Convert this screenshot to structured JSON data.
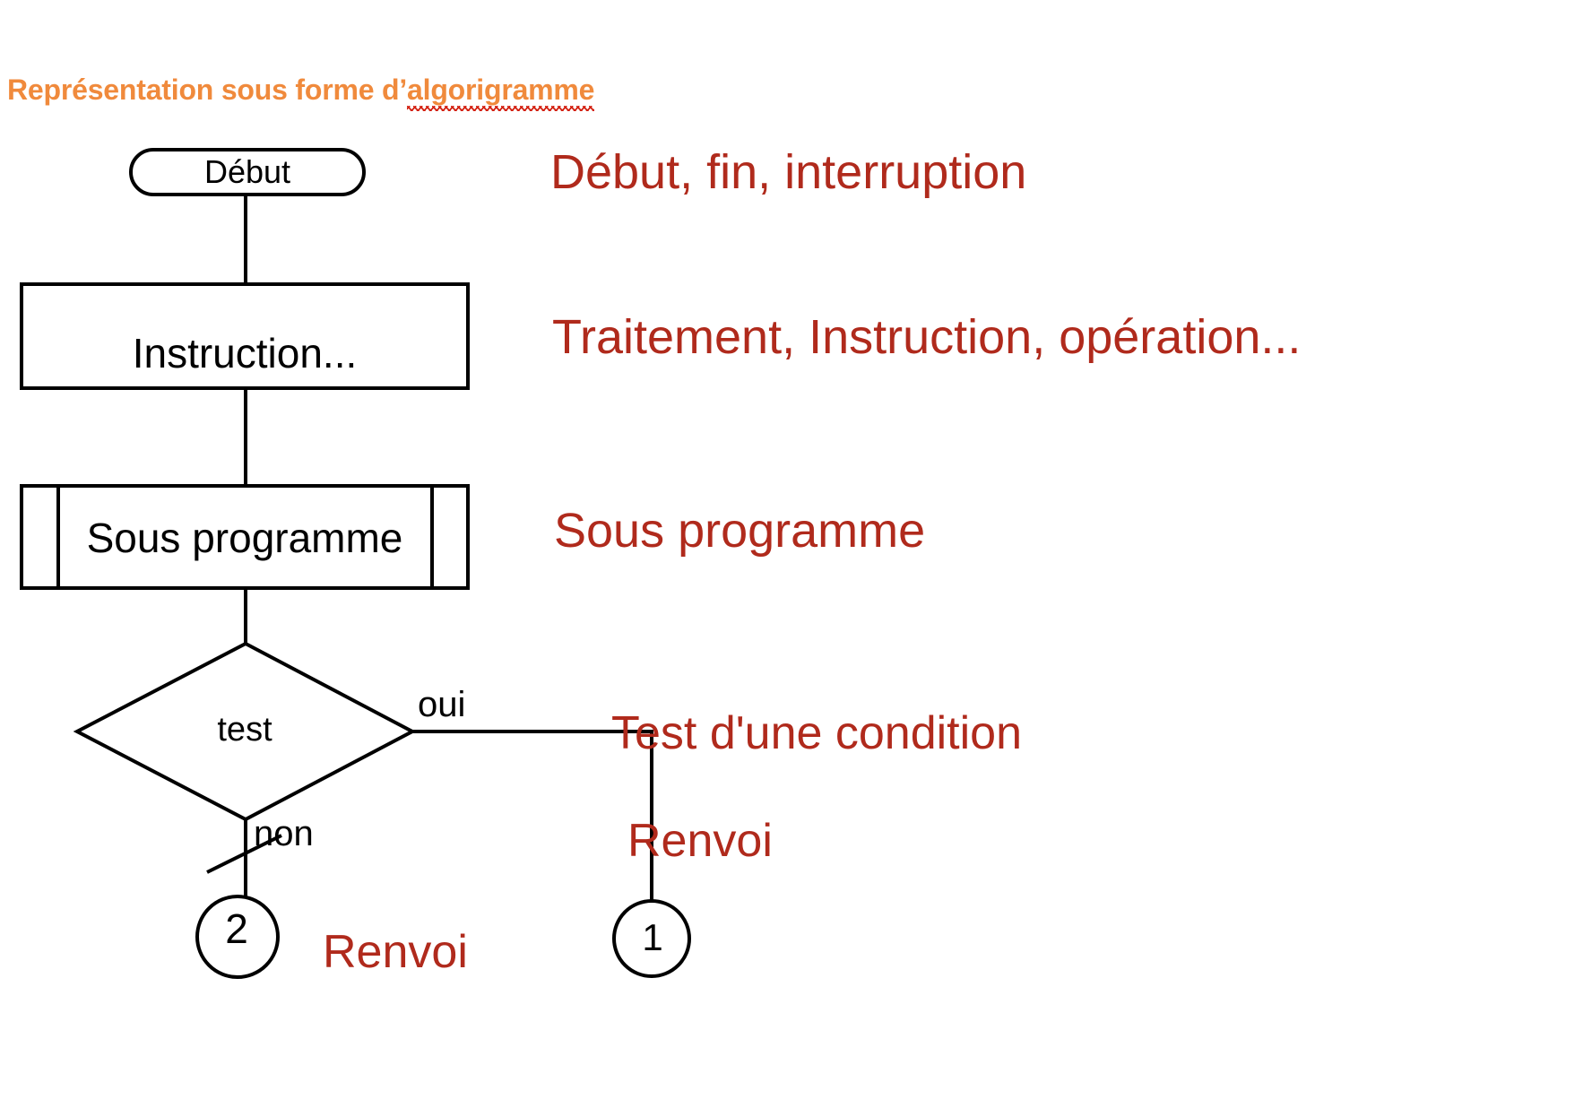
{
  "page": {
    "background": "#ffffff",
    "title": {
      "prefix": "Représentation sous forme d’",
      "underlined_word": "algorigramme",
      "color": "#F08A3C",
      "squiggle_color": "#D32010"
    }
  },
  "flowchart": {
    "accent_black": "#000000",
    "nodes": [
      {
        "key": "start",
        "shape": "terminator",
        "label": "Début"
      },
      {
        "key": "instruction",
        "shape": "process",
        "label": "Instruction..."
      },
      {
        "key": "subprogram",
        "shape": "predefined-process",
        "label": "Sous programme"
      },
      {
        "key": "test",
        "shape": "decision",
        "label": "test"
      },
      {
        "key": "connector1",
        "shape": "connector-circle",
        "label": "1"
      },
      {
        "key": "connector2",
        "shape": "connector-circle",
        "label": "2"
      }
    ],
    "edge_labels": {
      "yes": "oui",
      "no": "non"
    }
  },
  "annotations": [
    {
      "key": "start",
      "text": "Début, fin, interruption"
    },
    {
      "key": "instruction",
      "text": "Traitement, Instruction, opération..."
    },
    {
      "key": "subprogram",
      "text": "Sous programme"
    },
    {
      "key": "test",
      "text": "Test d'une condition"
    },
    {
      "key": "connector1",
      "text": "Renvoi"
    },
    {
      "key": "connector2",
      "text": "Renvoi"
    }
  ],
  "annotation_color": "#B02A1C"
}
